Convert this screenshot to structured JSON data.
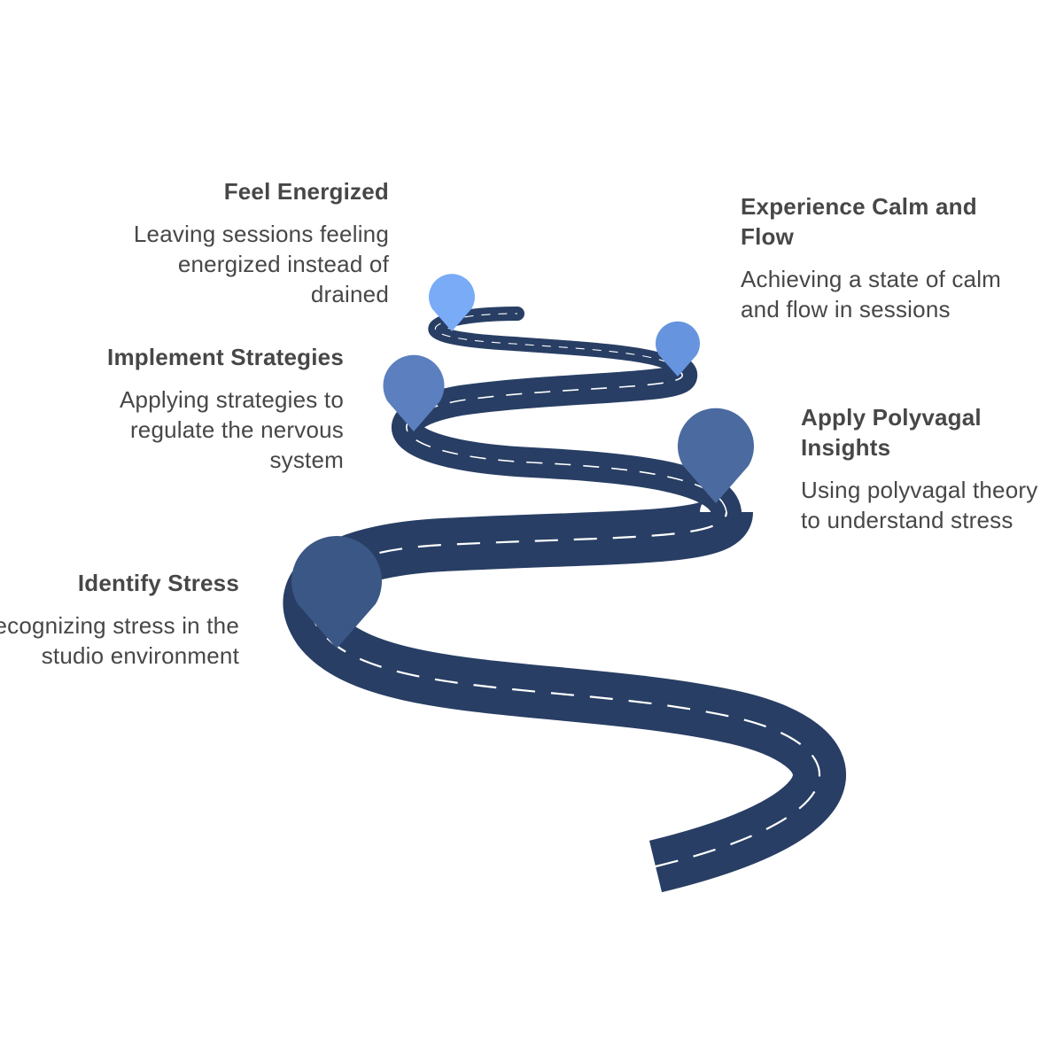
{
  "diagram": {
    "colors": {
      "road": "#283e64",
      "dashes": "#ffffff",
      "pin_feel_energized": "#7aabf7",
      "pin_experience_calm": "#6694de",
      "pin_implement_strategies": "#5b7fbf",
      "pin_apply_polyvagal": "#4a6aa0",
      "pin_identify_stress": "#3b5785",
      "text": "#474747"
    },
    "milestones": [
      {
        "id": "identify",
        "title": "Identify Stress",
        "description": "Recognizing stress in the studio environment"
      },
      {
        "id": "apply",
        "title": "Apply Polyvagal Insights",
        "description": "Using polyvagal theory to understand stress"
      },
      {
        "id": "implement",
        "title": "Implement Strategies",
        "description": "Applying strategies to regulate the nervous system"
      },
      {
        "id": "calm",
        "title": "Experience Calm and Flow",
        "description": "Achieving a state of calm and flow in sessions"
      },
      {
        "id": "feel",
        "title": "Feel Energized",
        "description": "Leaving sessions feeling energized instead of drained"
      }
    ]
  }
}
